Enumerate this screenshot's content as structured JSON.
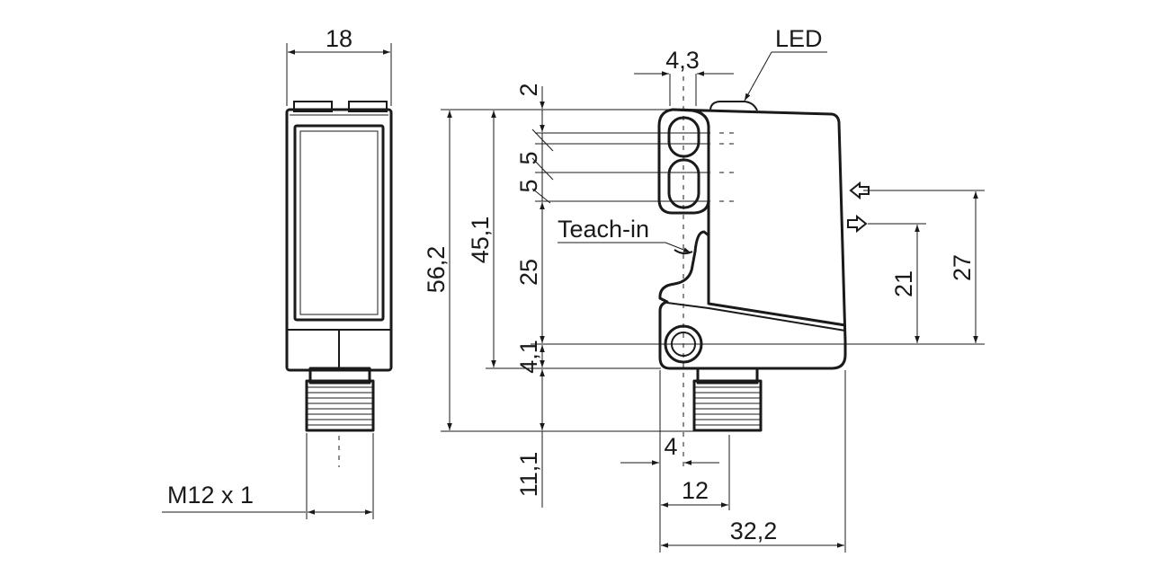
{
  "labels": {
    "width_front": "18",
    "led": "LED",
    "dim_4_3": "4,3",
    "dim_2": "2",
    "dim_5_a": "5",
    "dim_5_b": "5",
    "teach_in": "Teach-in",
    "dim_56_2": "56,2",
    "dim_45_1": "45,1",
    "dim_25": "25",
    "dim_4_1": "4,1",
    "dim_11_1": "11,1",
    "dim_4": "4",
    "dim_12": "12",
    "dim_32_2": "32,2",
    "dim_21": "21",
    "dim_27": "27",
    "thread": "M12 x 1"
  }
}
